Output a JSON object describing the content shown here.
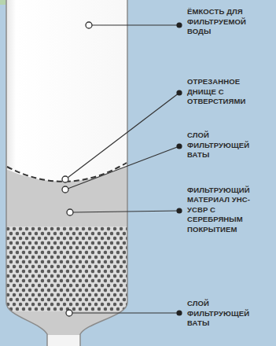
{
  "diagram": {
    "labels": [
      "ЁМКОСТЬ ДЛЯ ФИЛЬТРУЕМОЙ ВОДЫ",
      "ОТРЕЗАННОЕ ДНИЩЕ С ОТВЕРСТИЯМИ",
      "СЛОЙ ФИЛЬТРУЮЩЕЙ ВАТЫ",
      "ФИЛЬТРУЮЩИЙ МАТЕРИАЛ УНС-УСВР С СЕРЕБРЯНЫМ ПОКРЫТИЕМ",
      "СЛОЙ ФИЛЬТРУЮЩЕЙ ВАТЫ"
    ]
  }
}
